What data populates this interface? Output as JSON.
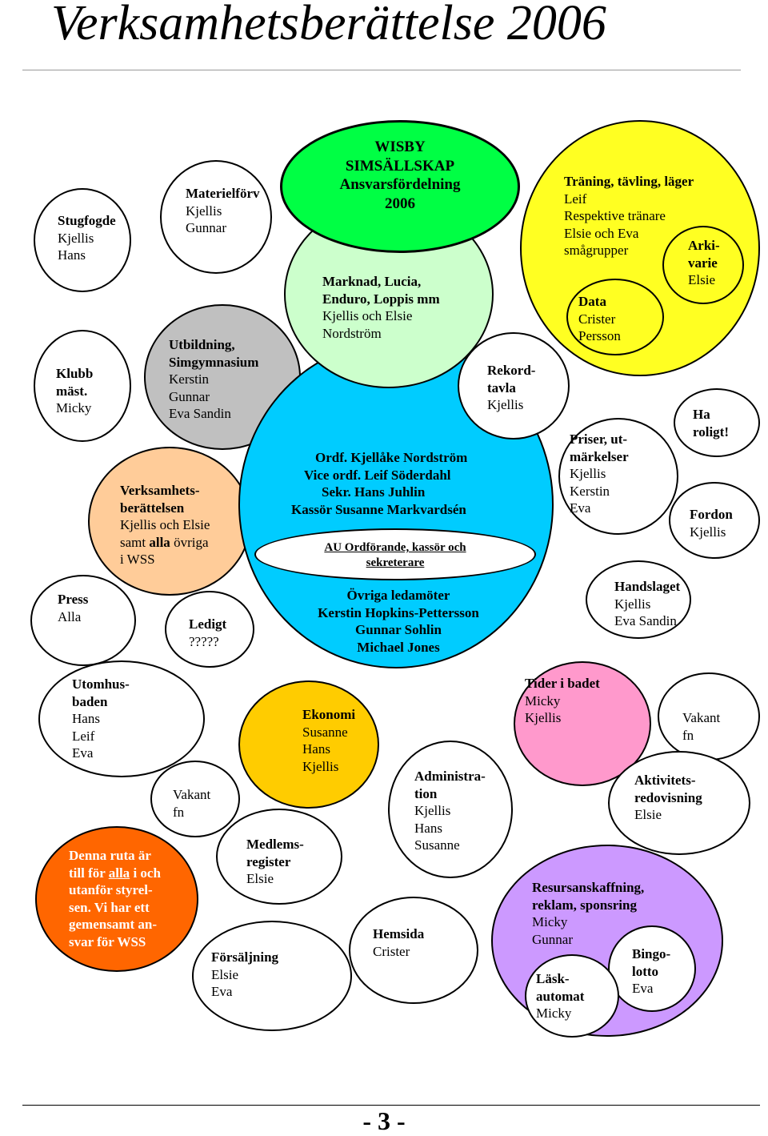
{
  "page": {
    "title": "Verksamhetsberättelse 2006",
    "page_number": "- 3 -"
  },
  "colors": {
    "green": "#00ff44",
    "light_green": "#ccffcc",
    "cyan": "#00ccff",
    "grey": "#c0c0c0",
    "peach": "#ffcc99",
    "yellow": "#ffff22",
    "orange": "#ff6600",
    "gold": "#ffcc00",
    "pink": "#ff99cc",
    "violet": "#cc99ff"
  },
  "diagram": {
    "stugfogde": {
      "title": "Stugfogde",
      "l1": "Kjellis",
      "l2": "Hans"
    },
    "materielforv": {
      "title": "Materielförv",
      "l1": "Kjellis",
      "l2": "Gunnar"
    },
    "wisby": {
      "l1": "WISBY",
      "l2": "SIMSÄLLSKAP",
      "l3": "Ansvarsfördelning",
      "l4": "2006"
    },
    "marknad": {
      "t1": "Marknad, Lucia,",
      "t2": "Enduro, Loppis mm",
      "l1": "Kjellis och Elsie",
      "l2": "Nordström"
    },
    "traning": {
      "title": "Träning, tävling, läger",
      "l1": "Leif",
      "l2": "Respektive tränare",
      "l3": "Elsie och Eva",
      "l4": "smågrupper"
    },
    "arkivarie": {
      "t1": "Arki-",
      "t2": "varie",
      "l1": "Elsie"
    },
    "data": {
      "title": "Data",
      "l1": "Crister",
      "l2": "Persson"
    },
    "klubb": {
      "title": "Klubb",
      "t2": "mäst.",
      "l1": "Micky"
    },
    "utbildning": {
      "t1": "Utbildning,",
      "t2": "Simgymnasium",
      "l1": "Kerstin",
      "l2": "Gunnar",
      "l3": "Eva Sandin"
    },
    "rekordtavla": {
      "t1": "Rekord-",
      "t2": "tavla",
      "l1": "Kjellis"
    },
    "ha_roligt": {
      "t1": "Ha",
      "t2": "roligt!"
    },
    "priser": {
      "t1": "Priser, ut-",
      "t2": "märkelser",
      "l1": "Kjellis",
      "l2": "Kerstin",
      "l3": "Eva"
    },
    "fordon": {
      "title": "Fordon",
      "l1": "Kjellis"
    },
    "verksamhetsberattelsen": {
      "t1": "Verksamhets-",
      "t2": "berättelsen",
      "l1": "Kjellis och Elsie",
      "l2a": "samt ",
      "l2b": "alla",
      "l2c": " övriga",
      "l3": "i WSS"
    },
    "styrelse": {
      "ordf_a": "Ordf. Kjellåke Nordström",
      "vice_a": "Vice ordf. Leif Söderdahl",
      "sekr_a": "Sekr. Hans Juhlin",
      "kassor_a": "Kassör Susanne Markvardsén",
      "au_l1": "AU Ordförande, kassör och",
      "au_l2": "sekreterare",
      "ovr_l1": "Övriga ledamöter",
      "ovr_l2": "Kerstin Hopkins-Pettersson",
      "ovr_l3": "Gunnar Sohlin",
      "ovr_l4": "Michael Jones"
    },
    "press": {
      "title": "Press",
      "l1": "Alla"
    },
    "ledigt": {
      "title": "Ledigt",
      "l1": "?????"
    },
    "handslaget": {
      "title": "Handslaget",
      "l1": "Kjellis",
      "l2": "Eva Sandin"
    },
    "utomhusbaden": {
      "t1": "Utomhus-",
      "t2": "baden",
      "l1": "Hans",
      "l2": "Leif",
      "l3": "Eva"
    },
    "ekonomi": {
      "title": "Ekonomi",
      "l1": "Susanne",
      "l2": "Hans",
      "l3": "Kjellis"
    },
    "tider": {
      "title": "Tider i badet",
      "l1": "Micky",
      "l2": "Kjellis"
    },
    "vakant_right": {
      "l1": "Vakant",
      "l2": "fn"
    },
    "vakant_left": {
      "l1": "Vakant",
      "l2": "fn"
    },
    "administration": {
      "t1": "Administra-",
      "t2": "tion",
      "l1": "Kjellis",
      "l2": "Hans",
      "l3": "Susanne"
    },
    "aktivitet": {
      "t1": "Aktivitets-",
      "t2": "redovisning",
      "l1": "Elsie"
    },
    "medlemsregister": {
      "t1": "Medlems-",
      "t2": "register",
      "l1": "Elsie"
    },
    "denna": {
      "l1": "Denna ruta är",
      "l2a": "till för ",
      "l2b": "alla",
      "l2c": " i och",
      "l3": "utanför styrel-",
      "l4": "sen. Vi har ett",
      "l5": "gemensamt an-",
      "l6": "svar för WSS"
    },
    "resurs": {
      "t1": "Resursanskaffning,",
      "t2": "reklam, sponsring",
      "l1": "Micky",
      "l2": "Gunnar"
    },
    "hemsida": {
      "title": "Hemsida",
      "l1": "Crister"
    },
    "forsaljning": {
      "title": "Försäljning",
      "l1": "Elsie",
      "l2": "Eva"
    },
    "bingolotto": {
      "t1": "Bingo-",
      "t2": "lotto",
      "l1": "Eva"
    },
    "laskautomat": {
      "t1": "Läsk-",
      "t2": "automat",
      "l1": "Micky"
    }
  }
}
